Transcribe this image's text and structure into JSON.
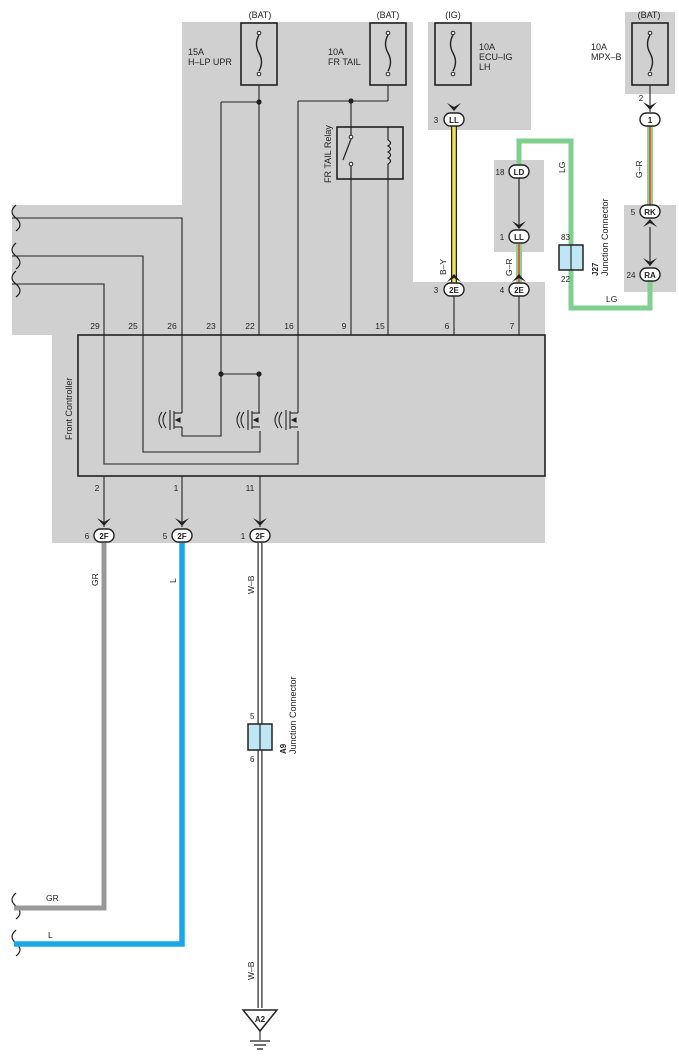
{
  "colors": {
    "zone": "#d0d0d0",
    "line": "#222222",
    "wire_by": "#f2e15a",
    "wire_gr_green": "#8fd08f",
    "wire_lg": "#7fcf8f",
    "wire_gray": "#999999",
    "wire_blue": "#1aa7e8",
    "connector_fill": "#bfe6f5"
  },
  "fuses": [
    {
      "power": "(BAT)",
      "rating": "15A",
      "name": "H–LP UPR",
      "name2": ""
    },
    {
      "power": "(BAT)",
      "rating": "10A",
      "name": "FR TAIL",
      "name2": ""
    },
    {
      "power": "(IG)",
      "rating": "10A",
      "name": "ECU–IG",
      "name2": "LH"
    },
    {
      "power": "(BAT)",
      "rating": "10A",
      "name": "MPX–B",
      "name2": ""
    }
  ],
  "relay": {
    "name": "FR TAIL Relay"
  },
  "controller": {
    "name": "Front Controller",
    "top_pins": [
      "29",
      "25",
      "26",
      "23",
      "22",
      "16",
      "9",
      "15",
      "6",
      "7"
    ],
    "bottom_pins": [
      "2",
      "1",
      "11"
    ]
  },
  "connectors": {
    "ll_top": {
      "tag": "LL",
      "pin": "3"
    },
    "ld": {
      "tag": "LD",
      "pin": "18"
    },
    "ll_mid": {
      "tag": "LL",
      "pin": "1"
    },
    "c1": {
      "tag": "1",
      "pin": "2"
    },
    "rk": {
      "tag": "RK",
      "pin": "5"
    },
    "ra": {
      "tag": "RA",
      "pin": "24"
    },
    "e2_a": {
      "tag": "2E",
      "pin": "3"
    },
    "e2_b": {
      "tag": "2E",
      "pin": "4"
    },
    "f2_a": {
      "tag": "2F",
      "pin": "6"
    },
    "f2_b": {
      "tag": "2F",
      "pin": "5"
    },
    "f2_c": {
      "tag": "2F",
      "pin": "1"
    }
  },
  "junctions": {
    "j27": {
      "id": "J27",
      "name": "Junction Connector",
      "pin_top": "83",
      "pin_bottom": "22"
    },
    "a9": {
      "id": "A9",
      "name": "Junction Connector",
      "pin_top": "5",
      "pin_bottom": "6"
    }
  },
  "wire_labels": {
    "by": "B–Y",
    "gr_left": "G–R",
    "gr_right": "G–R",
    "lg_top": "LG",
    "lg_bottom": "LG",
    "gr_vertical": "GR",
    "gr_bottom": "GR",
    "l_vertical": "L",
    "l_bottom": "L",
    "wb_top": "W–B",
    "wb_bottom": "W–B"
  },
  "ground": {
    "tag": "A2"
  }
}
